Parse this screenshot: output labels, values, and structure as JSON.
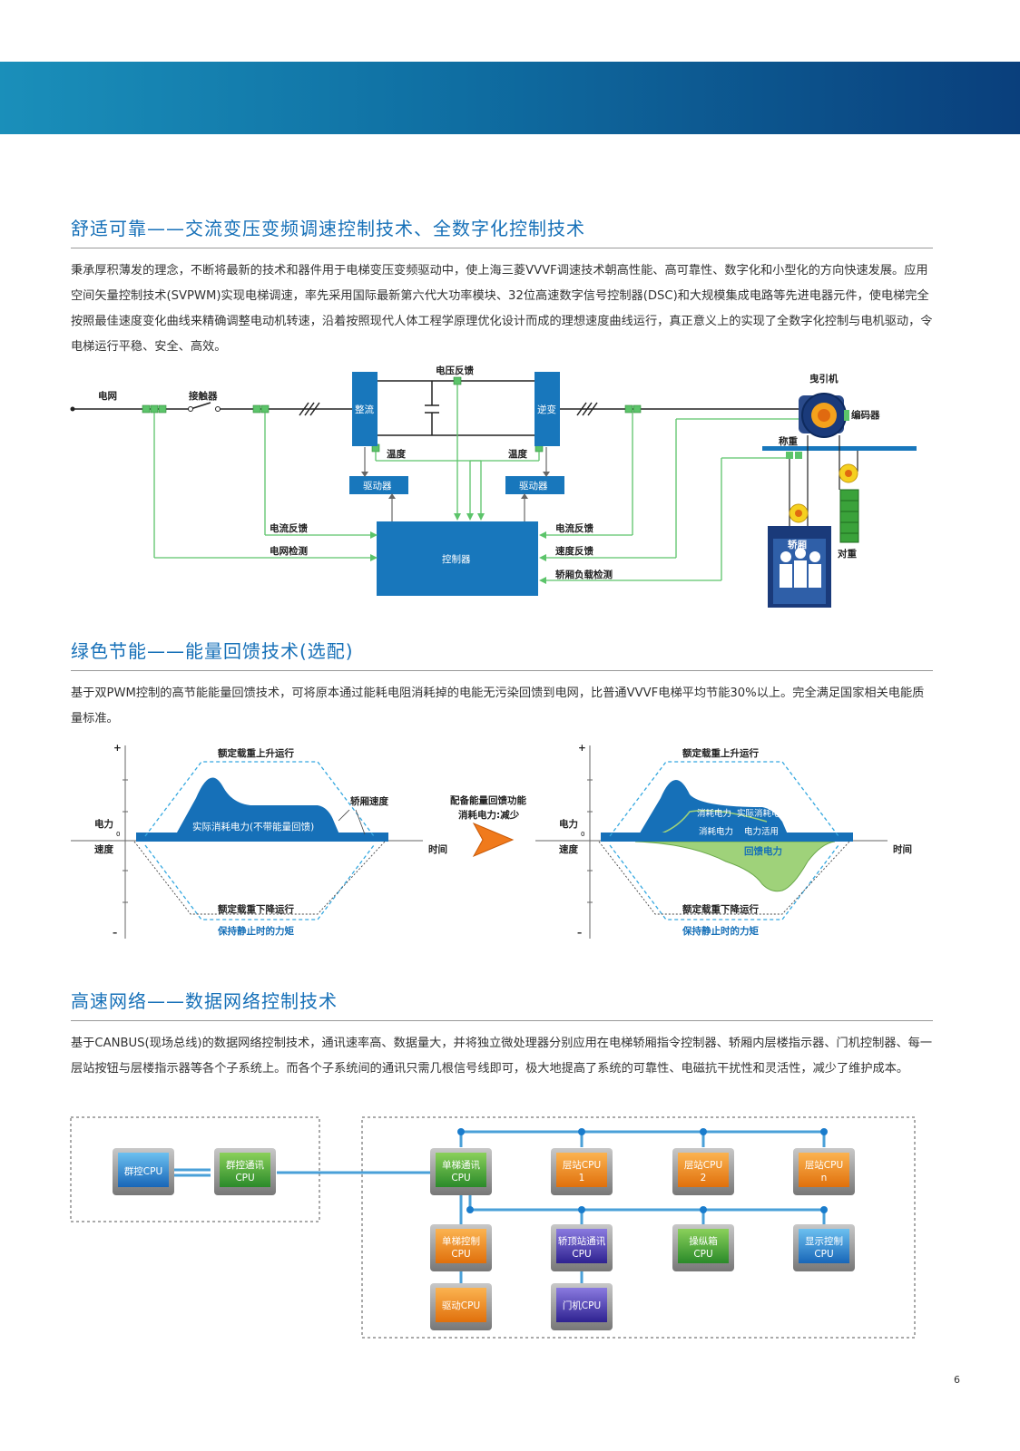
{
  "sections": {
    "s1": {
      "title": "舒适可靠——交流变压变频调速控制技术、全数字化控制技术",
      "paragraph": "秉承厚积薄发的理念，不断将最新的技术和器件用于电梯变压变频驱动中，使上海三菱VVVF调速技术朝高性能、高可靠性、数字化和小型化的方向快速发展。应用空间矢量控制技术(SVPWM)实现电梯调速，率先采用国际最新第六代大功率模块、32位高速数字信号控制器(DSC)和大规模集成电路等先进电器元件，使电梯完全按照最佳速度变化曲线来精确调整电动机转速，沿着按照现代人体工程学原理优化设计而成的理想速度曲线运行，真正意义上的实现了全数字化控制与电机驱动，令电梯运行平稳、安全、高效。"
    },
    "s2": {
      "title": "绿色节能——能量回馈技术(选配)",
      "paragraph": "基于双PWM控制的高节能能量回馈技术，可将原本通过能耗电阻消耗掉的电能无污染回馈到电网，比普通VVVF电梯平均节能30%以上。完全满足国家相关电能质量标准。"
    },
    "s3": {
      "title": "高速网络——数据网络控制技术",
      "paragraph": "基于CANBUS(现场总线)的数据网络控制技术，通讯速率高、数据量大，并将独立微处理器分别应用在电梯轿厢指令控制器、轿厢内层楼指示器、门机控制器、每一层站按钮与层楼指示器等各个子系统上。而各个子系统间的通讯只需几根信号线即可，极大地提高了系统的可靠性、电磁抗干扰性和灵活性，减少了维护成本。"
    }
  },
  "diagram1": {
    "grid": "电网",
    "contactor": "接触器",
    "voltage_feedback": "电压反馈",
    "rectifier": "整流",
    "inverter": "逆变",
    "temp_left": "温度",
    "temp_right": "温度",
    "driver_left": "驱动器",
    "driver_right": "驱动器",
    "controller": "控制器",
    "current_fb_left": "电流反馈",
    "grid_detect": "电网检测",
    "current_fb_right": "电流反馈",
    "speed_fb": "速度反馈",
    "car_load": "轿厢负载检测",
    "traction": "曳引机",
    "encoder": "编码器",
    "weighing": "称重",
    "car": "轿厢",
    "counterweight": "对重"
  },
  "diagram2": {
    "left": {
      "plus": "+",
      "minus": "–",
      "zero": "0",
      "power": "电力",
      "speed": "速度",
      "time": "时间",
      "up": "额定载重上升运行",
      "down": "额定载重下降运行",
      "hold": "保持静止时的力矩",
      "car_speed": "轿厢速度",
      "actual": "实际消耗电力(不带能量回馈)"
    },
    "arrow_line1": "配备能量回馈功能",
    "arrow_line2": "消耗电力:减少",
    "right": {
      "plus": "+",
      "minus": "–",
      "zero": "0",
      "power": "电力",
      "speed": "速度",
      "time": "时间",
      "up": "额定载重上升运行",
      "down": "额定载重下降运行",
      "hold": "保持静止时的力矩",
      "consume_a": "消耗电力",
      "actual_b": "实际消耗电力",
      "consume_c": "消耗电力",
      "reuse": "电力活用",
      "feedback": "回馈电力"
    }
  },
  "diagram3": {
    "group_cpu": "群控CPU",
    "group_comm_1": "群控通讯",
    "group_comm_2": "CPU",
    "single_comm_1": "单梯通讯",
    "single_comm_2": "CPU",
    "hall1_1": "层站CPU",
    "hall1_2": "1",
    "hall2_1": "层站CPU",
    "hall2_2": "2",
    "halln_1": "层站CPU",
    "halln_2": "n",
    "single_ctrl_1": "单梯控制",
    "single_ctrl_2": "CPU",
    "cartop_1": "轿顶站通讯",
    "cartop_2": "CPU",
    "panel_1": "操纵箱",
    "panel_2": "CPU",
    "display_1": "显示控制",
    "display_2": "CPU",
    "drive_cpu": "驱动CPU",
    "door_cpu": "门机CPU"
  },
  "page_number": "6",
  "colors": {
    "accent_blue": "#1670b8",
    "box_blue": "#1877bc",
    "signal_green": "#5cc46a",
    "energy_green": "#9fd27a",
    "hall_orange": "#f08a1c",
    "cpu_green": "#3aa23a",
    "cpu_purple": "#4a3aa8",
    "cpu_blue": "#1a7ccc"
  }
}
